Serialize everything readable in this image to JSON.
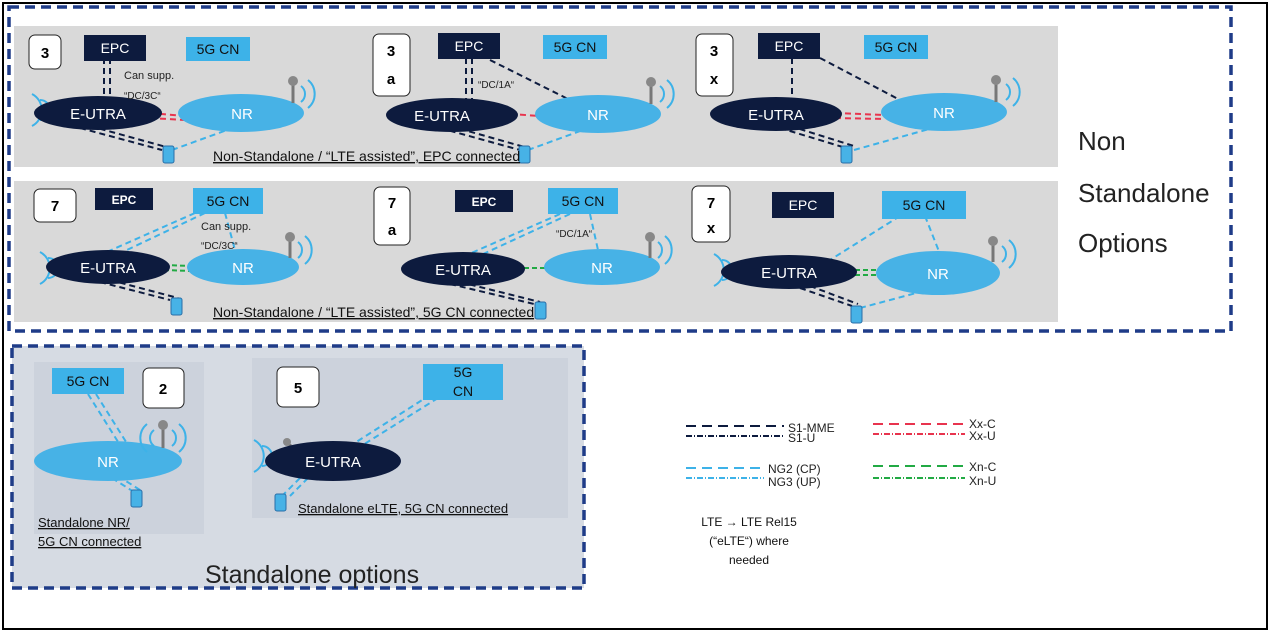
{
  "labels": {
    "epc": "EPC",
    "cn5g": "5G CN",
    "cn5g_line1": "5G",
    "cn5g_line2": "CN",
    "eutra": "E-UTRA",
    "nr": "NR"
  },
  "nsa_title_lines": [
    "Non",
    "Standalone",
    "Options"
  ],
  "sa_title": "Standalone options",
  "options": {
    "opt3": [
      "3"
    ],
    "opt3a": [
      "3",
      "a"
    ],
    "opt3x": [
      "3",
      "x"
    ],
    "opt7": [
      "7"
    ],
    "opt7a": [
      "7",
      "a"
    ],
    "opt7x": [
      "7",
      "x"
    ],
    "opt2": [
      "2"
    ],
    "opt5": [
      "5"
    ]
  },
  "annotations": {
    "can_supp": "Can supp.",
    "dc3c": "“DC/3C“",
    "dc1a": "“DC/1A“"
  },
  "captions": {
    "row1": "Non-Standalone  / “LTE assisted”, EPC connected",
    "row2": "Non-Standalone  / “LTE assisted”, 5G CN connected",
    "sa_nr_line1": "Standalone NR/",
    "sa_nr_line2": "5G CN connected",
    "sa_elte": "Standalone eLTE, 5G CN connected"
  },
  "legend": {
    "s1_mme": "S1-MME",
    "s1_u": "S1-U",
    "ng2": "NG2 (CP)",
    "ng3": "NG3 (UP)",
    "xx_c": "Xx-C",
    "xx_u": "Xx-U",
    "xn_c": "Xn-C",
    "xn_u": "Xn-U"
  },
  "note_lines": [
    "LTE → LTE Rel15",
    "(“eLTE“) where",
    "needed"
  ],
  "colors": {
    "epc_box": "#0d1b3e",
    "cn_box": "#3db2e8",
    "eutra": "#0d1b3e",
    "nr": "#47b2e6",
    "panel": "#d9d9d9",
    "sa_panel": "#d6dbe3",
    "frame": "#1f3c88",
    "s1": "#0d1b3e",
    "ng": "#3db2e8",
    "xx": "#e8344e",
    "xn": "#22aa44"
  }
}
